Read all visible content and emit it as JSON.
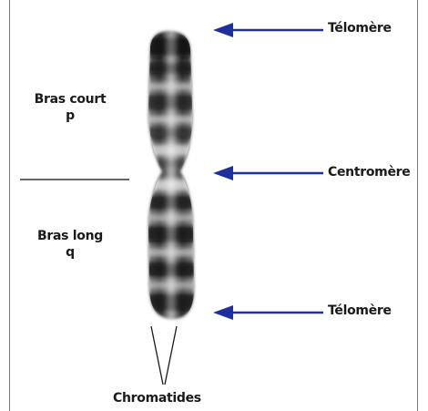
{
  "labels": {
    "telomere_top": "Télomère",
    "centromere": "Centromère",
    "telomere_bottom": "Télomère",
    "short_arm": "Bras court",
    "short_arm_letter": "p",
    "long_arm": "Bras long",
    "long_arm_letter": "q",
    "chromatids": "Chromatides"
  },
  "colors": {
    "arrow": "#1f2f9e",
    "divider": "#333333",
    "chromosome_dark": "#1a1a1a"
  }
}
